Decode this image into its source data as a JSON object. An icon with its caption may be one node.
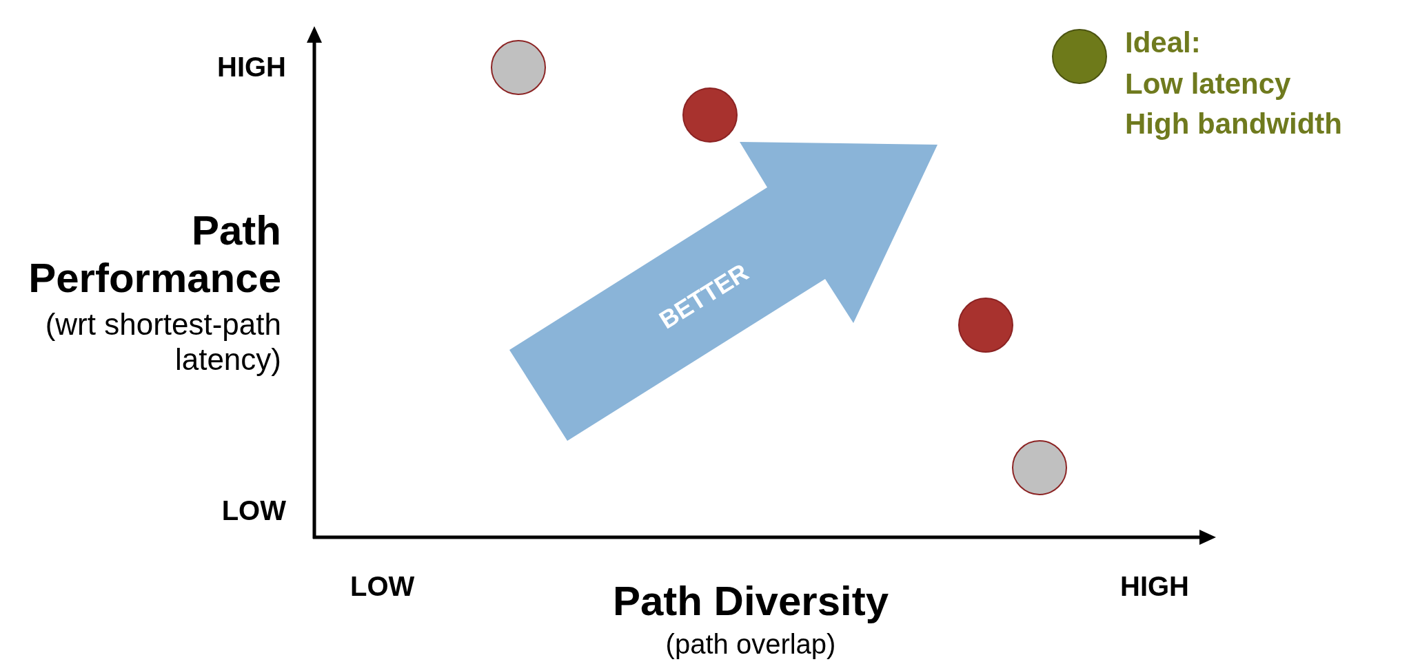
{
  "diagram": {
    "nodes": [
      {
        "text": [],
        "shape": "circle"
      },
      {
        "text": [],
        "shape": "circle"
      },
      {
        "text": [],
        "shape": "circle"
      },
      {
        "text": [],
        "shape": "circle"
      },
      {
        "text": [],
        "shape": "circle"
      }
    ],
    "labels": [
      "Ideal:",
      "Low latency",
      "High bandwidth",
      "HIGH",
      "Path Performance",
      "(wrt shortest-path latency)",
      "BETTER",
      "LOW",
      "LOW",
      "HIGH",
      "Path Diversity",
      "(path overlap)"
    ]
  }
}
